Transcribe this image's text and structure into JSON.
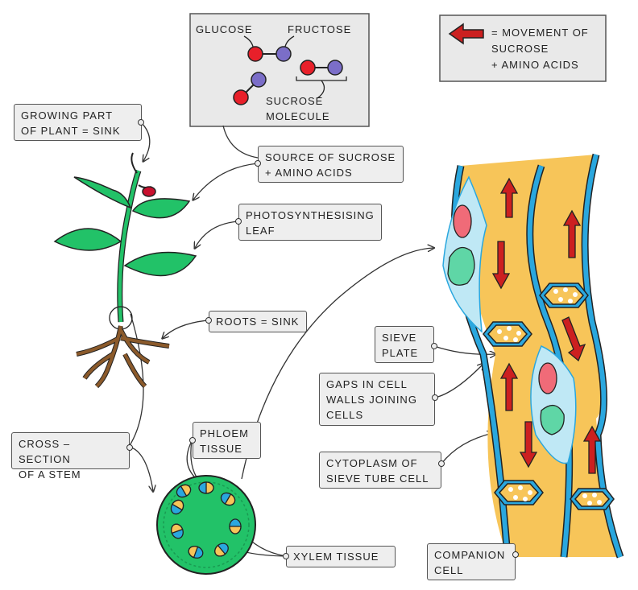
{
  "molecule_box": {
    "glucose": "GLUCOSE",
    "fructose": "FRUCTOSE",
    "sucrose": "SUCROSE\nMOLECULE"
  },
  "legend": {
    "text": "= MOVEMENT OF\nSUCROSE\n+ AMINO  ACIDS",
    "arrow_color": "#cc2020"
  },
  "labels": {
    "growing": "GROWING  PART\nOF  PLANT = SINK",
    "source": "SOURCE OF SUCROSE\n+ AMINO  ACIDS",
    "leaf": "PHOTOSYNTHESISING\nLEAF",
    "roots": "ROOTS = SINK",
    "cross": "CROSS – SECTION\nOF  A  STEM",
    "phloem": "PHLOEM\nTISSUE",
    "xylem": "XYLEM  TISSUE",
    "sieve_plate": "SIEVE\nPLATE",
    "gaps": "GAPS IN CELL\nWALLS JOINING\nCELLS",
    "cytoplasm": "CYTOPLASM  OF\nSIEVE TUBE CELL",
    "companion": "COMPANION\nCELL"
  },
  "colors": {
    "leaf": "#22c268",
    "root": "#8b5a2b",
    "sieve": "#f7c559",
    "wall": "#2aa7de",
    "companion": "#bfe8f5",
    "nucleus": "#f06b78",
    "vacuole": "#5fd6a6",
    "glucose": "#e8202a",
    "fructose": "#7b6ec8"
  }
}
